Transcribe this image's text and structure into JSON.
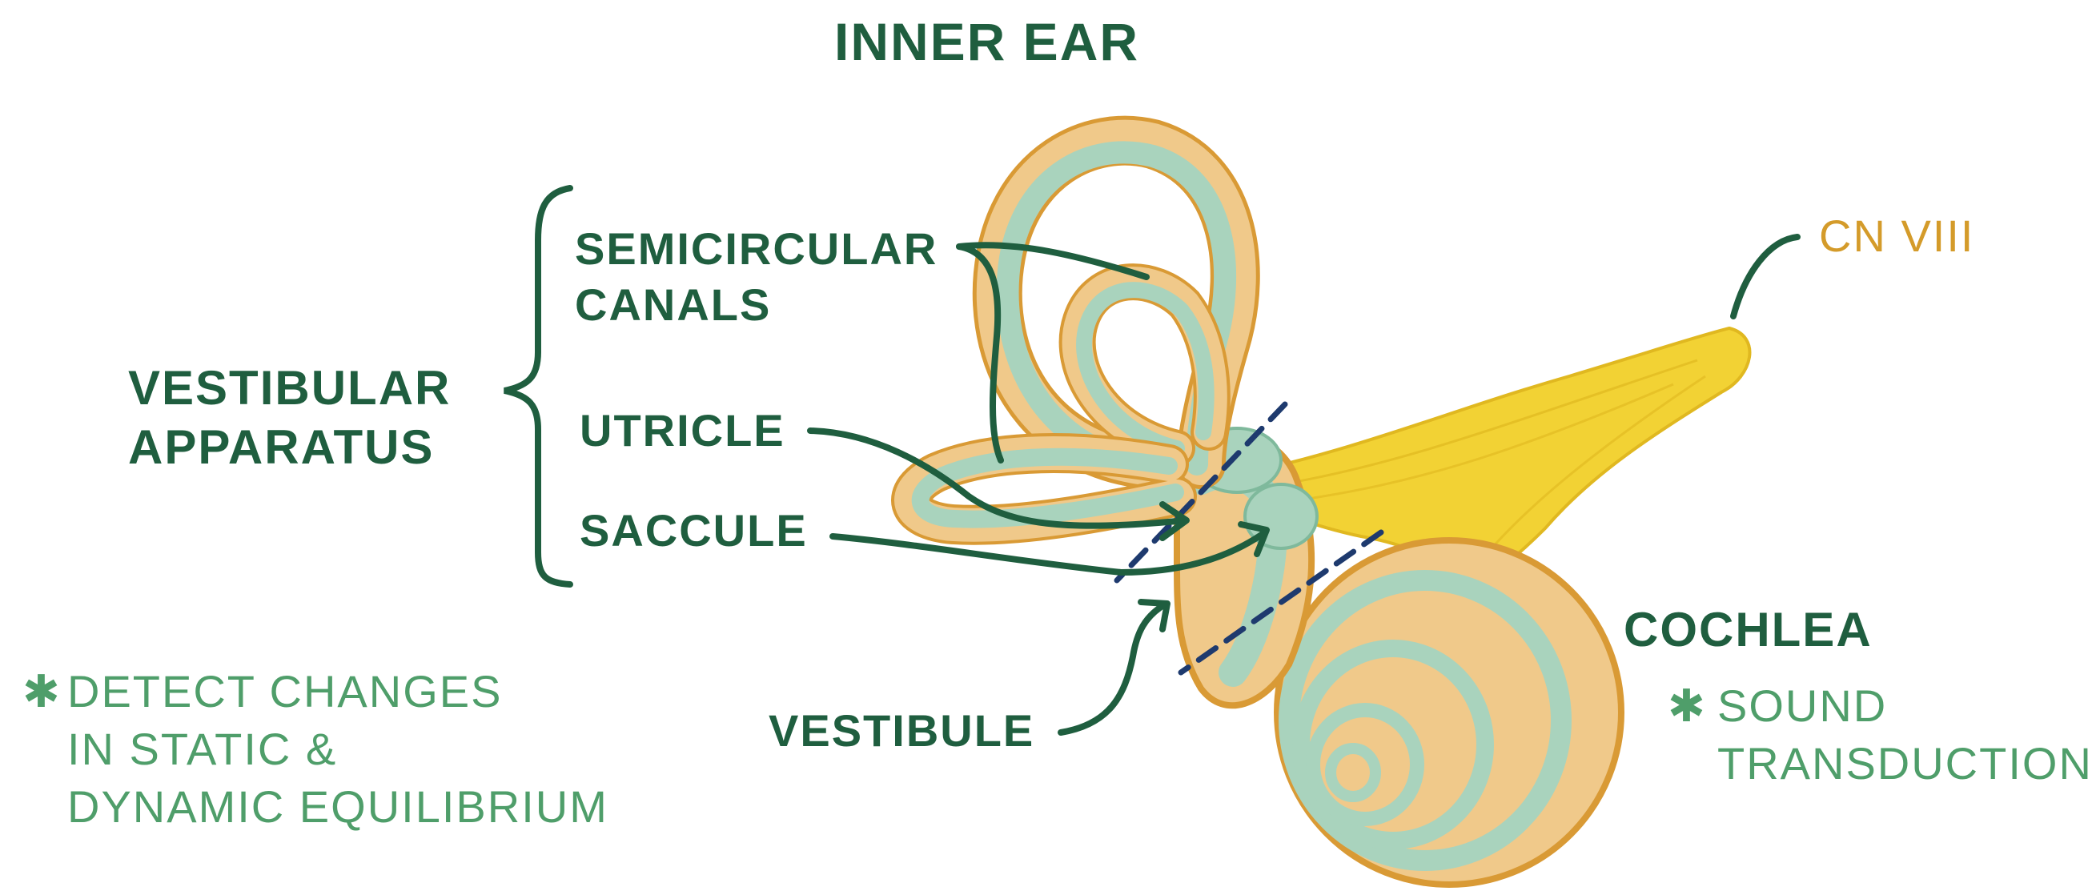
{
  "title": "INNER EAR",
  "labels": {
    "vestibular_apparatus": [
      "VESTIBULAR",
      "APPARATUS"
    ],
    "semicircular_canals": [
      "SEMICIRCULAR",
      "CANALS"
    ],
    "utricle": "UTRICLE",
    "saccule": "SACCULE",
    "vestibule": "VESTIBULE",
    "cochlea": "COCHLEA",
    "cn_viii": "CN VIII"
  },
  "notes": {
    "vestibular": [
      "DETECT CHANGES",
      "IN STATIC &",
      "DYNAMIC EQUILIBRIUM"
    ],
    "cochlea": [
      "SOUND",
      "TRANSDUCTION"
    ]
  },
  "colors": {
    "label_dark": "#1f5e3f",
    "note_green": "#4f9e6a",
    "nerve_label": "#d49b2a",
    "bone": "#f0c98a",
    "bone_outline": "#d99a35",
    "membrane": "#a9d3bd",
    "nerve": "#f2d234",
    "dash": "#1e3a6e"
  }
}
